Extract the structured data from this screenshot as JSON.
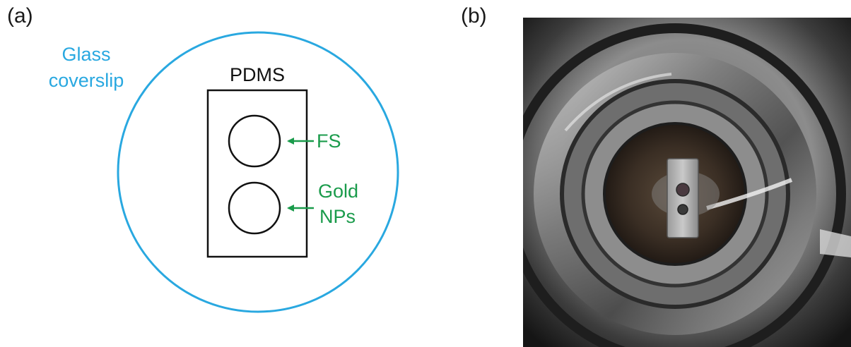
{
  "panels": {
    "a": {
      "label": "(a)",
      "coverslip_label_line1": "Glass",
      "coverslip_label_line2": "coverslip",
      "pdms_label": "PDMS",
      "fs_label": "FS",
      "gold_label_line1": "Gold",
      "gold_label_line2": "NPs"
    },
    "b": {
      "label": "(b)"
    }
  },
  "colors": {
    "coverslip": "#29a8e0",
    "annotation": "#1a9b4b",
    "outline": "#111111"
  }
}
